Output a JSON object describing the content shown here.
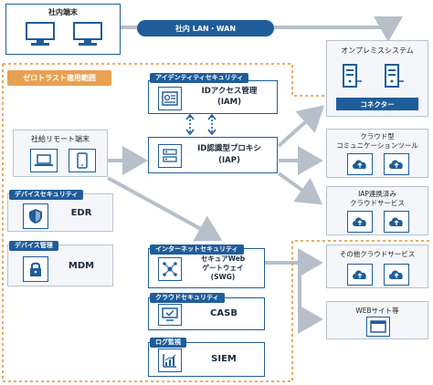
{
  "office_terminal": {
    "title": "社内端末"
  },
  "lan_bar": {
    "label": "社内 LAN・WAN"
  },
  "zero_trust": {
    "title": "ゼロトラスト適用範囲"
  },
  "onprem": {
    "title": "オンプレミスシステム",
    "connector": "コネクター"
  },
  "remote": {
    "title": "社給リモート端末"
  },
  "identity": {
    "tag": "アイデンティティセキュリティ",
    "line1": "IDアクセス管理",
    "line2": "(IAM)"
  },
  "iap": {
    "line1": "ID認識型プロキシ",
    "line2": "(IAP)"
  },
  "device_security": {
    "tag": "デバイスセキュリティ",
    "label": "EDR"
  },
  "device_mgmt": {
    "tag": "デバイス管理",
    "label": "MDM"
  },
  "internet_security": {
    "tag": "インターネットセキュリティ",
    "line1": "セキュアWeb",
    "line2": "ゲートウェイ",
    "line3": "(SWG)"
  },
  "cloud_security": {
    "tag": "クラウドセキュリティ",
    "label": "CASB"
  },
  "log_monitor": {
    "tag": "ログ監視",
    "label": "SIEM"
  },
  "cloud_comm": {
    "line1": "クラウド型",
    "line2": "コミュニケーションツール"
  },
  "iap_cloud": {
    "line1": "IAP連携済み",
    "line2": "クラウドサービス"
  },
  "other_cloud": {
    "title": "その他クラウドサービス"
  },
  "websites": {
    "title": "WEBサイト等"
  },
  "colors": {
    "accent": "#1f5d9a",
    "orange": "#e8a052",
    "arrow": "#b6bfca",
    "lan": "#1f5d9a"
  }
}
